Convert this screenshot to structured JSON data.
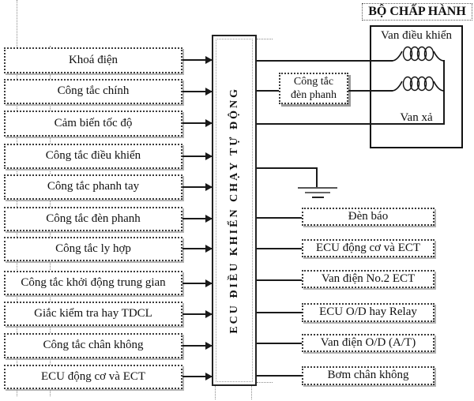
{
  "ecu": {
    "label": "ECU ĐIỀU KHIỂN CHẠY TỰ ĐỘNG"
  },
  "actuator": {
    "title": "BỘ CHẤP HÀNH",
    "control_valve_label": "Van điều khiển",
    "release_valve_label": "Van xả"
  },
  "brake_light_switch": {
    "line1": "Công tắc",
    "line2": "đèn phanh"
  },
  "inputs": [
    "Khoá điện",
    "Công tắc chính",
    "Cảm biến tốc độ",
    "Công tắc điều khiển",
    "Công tắc phanh tay",
    "Công tắc đèn phanh",
    "Công tắc ly hợp",
    "Công tắc khởi động trung gian",
    "Giắc kiểm tra hay TDCL",
    "Công tắc chân không",
    "ECU động cơ và ECT"
  ],
  "outputs": [
    "Đèn báo",
    "ECU động cơ và ECT",
    "Van điện No.2 ECT",
    "ECU O/D hay Relay",
    "Van điện O/D (A/T)",
    "Bơm chân không"
  ],
  "icons": {
    "coil": "solenoid-coil",
    "ground": "earth-ground"
  },
  "colors": {
    "line": "#1a1a1a",
    "box_border": "#3a3a3a",
    "shadow": "#b3b3b3",
    "background": "#ffffff"
  }
}
